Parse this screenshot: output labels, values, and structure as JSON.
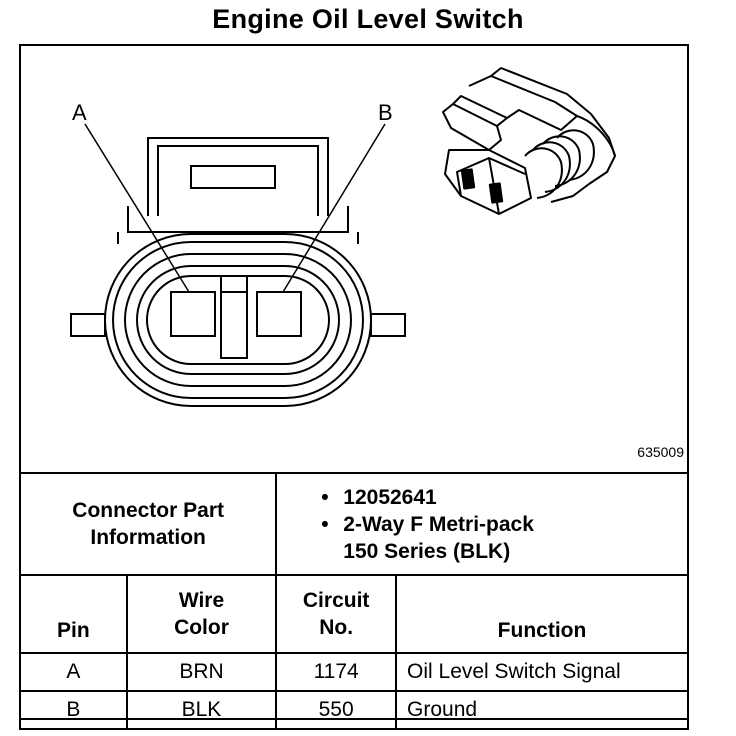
{
  "title": "Engine Oil Level Switch",
  "figure": {
    "id": "635009",
    "pin_labels": [
      "A",
      "B"
    ]
  },
  "connector_info": {
    "label_line1": "Connector Part",
    "label_line2": "Information",
    "items": [
      {
        "bullet": "•",
        "lines": [
          "12052641"
        ]
      },
      {
        "bullet": "•",
        "lines": [
          "2-Way F Metri-pack",
          "150 Series (BLK)"
        ]
      }
    ]
  },
  "table": {
    "headers": {
      "pin": "Pin",
      "wire_line1": "Wire",
      "wire_line2": "Color",
      "circuit_line1": "Circuit",
      "circuit_line2": "No.",
      "function": "Function"
    },
    "rows": [
      {
        "pin": "A",
        "wire_color": "BRN",
        "circuit": "1174",
        "function": "Oil Level Switch Signal"
      },
      {
        "pin": "B",
        "wire_color": "BLK",
        "circuit": "550",
        "function": "Ground"
      }
    ]
  }
}
